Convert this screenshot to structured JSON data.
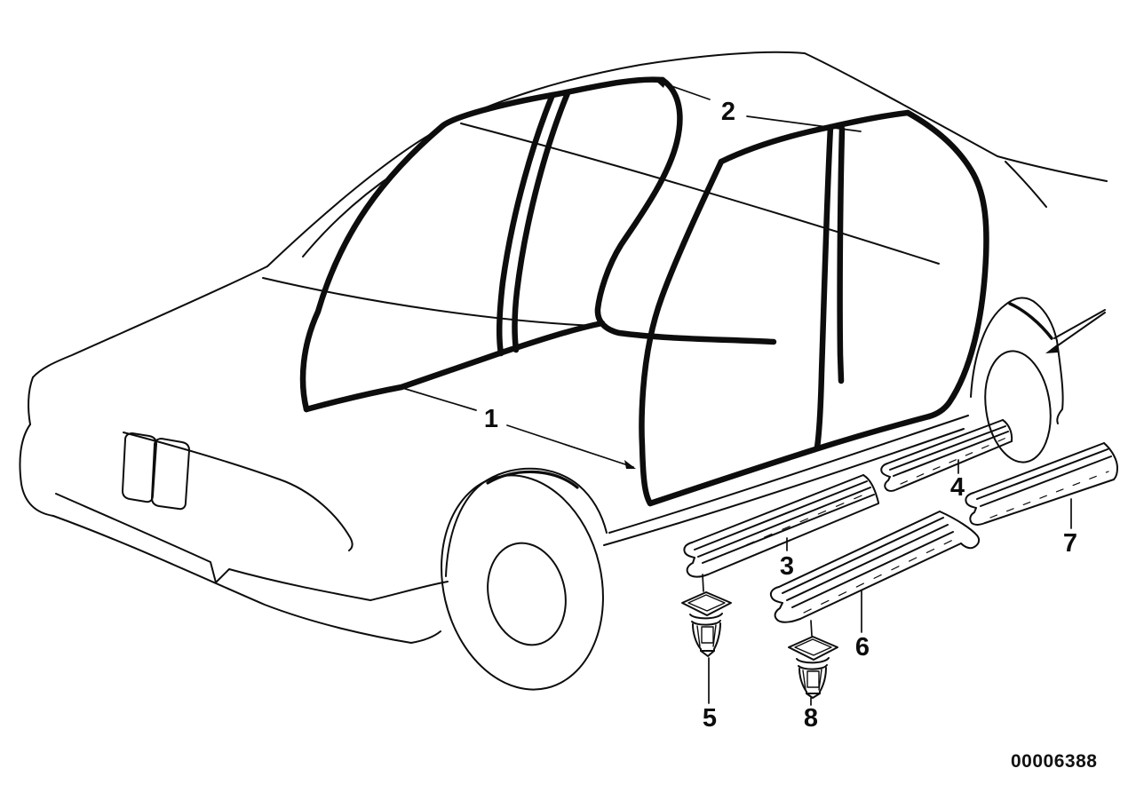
{
  "figure": {
    "background_color": "#ffffff",
    "line_color": "#0d0d0d",
    "fiche_code": "00006388",
    "callouts": {
      "c1": "1",
      "c2": "2",
      "c3": "3",
      "c4": "4",
      "c5": "5",
      "c6": "6",
      "c7": "7",
      "c8": "8"
    }
  }
}
